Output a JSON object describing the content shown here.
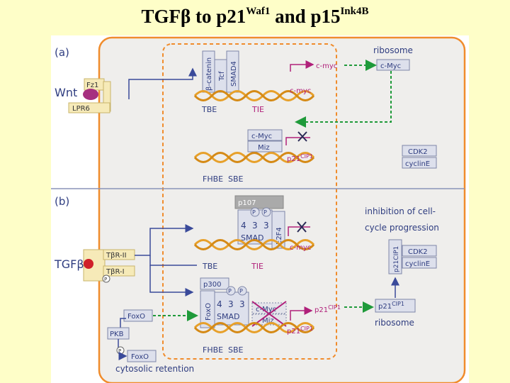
{
  "slide": {
    "title_main": "TGFβ to p21",
    "title_sup1": "Waf1",
    "title_mid": " and p15",
    "title_sup2": "Ink4B"
  },
  "panel_a": {
    "label": "(a)",
    "wnt": "Wnt",
    "fz1": "Fz1",
    "lpr6": "LPR6",
    "bcatenin": "β-catenin",
    "tcf": "Tcf",
    "smad4": "SMAD4",
    "tbe": "TBE",
    "tie": "TIE",
    "cmyc_arrow": "c-myc",
    "cmyc_gene": "c-myc",
    "ribosome": "ribosome",
    "cmyc_protein": "c-Myc",
    "cmyc_box": "c-Myc",
    "miz": "Miz",
    "p21": "p21",
    "p21_sup": "CIP1",
    "fhbe": "FHBE",
    "sbe": "SBE",
    "cdk2": "CDK2",
    "cyclinE": "cyclinE"
  },
  "panel_b": {
    "label": "(b)",
    "tgfb": "TGFβ",
    "tbr2": "TβR-II",
    "tbr1": "TβR-I",
    "p": "P",
    "p107": "p107",
    "smad_p1": "P",
    "smad_p2": "P",
    "smad_4": "4",
    "smad_3a": "3",
    "smad_3b": "3",
    "smad": "SMAD",
    "e2f4": "E2F4",
    "cmyc_gene": "c-myc",
    "tbe": "TBE",
    "tie": "TIE",
    "inhibition_line1": "inhibition of cell-",
    "inhibition_line2": "cycle progression",
    "p21cip1_vert": "p21CIP1",
    "cdk2": "CDK2",
    "cyclinE": "cyclinE",
    "p300": "p300",
    "foxo_vert": "FoxO",
    "lower_smad_4": "4",
    "lower_smad_3a": "3",
    "lower_smad_3b": "3",
    "lower_smad_p1": "P",
    "lower_smad_p2": "P",
    "lower_smad": "SMAD",
    "cmyc_crossed": "c-Myc",
    "miz_crossed": "Miz",
    "p21_arrow": "p21",
    "p21_arrow_sup": "CIP1",
    "p21_gene": "p21",
    "p21_gene_sup": "CIP1",
    "p21_protein": "p21",
    "p21_protein_sup": "CIP1",
    "ribosome": "ribosome",
    "foxo_top": "FoxO",
    "pkb": "PKB",
    "foxo_bottom": "FoxO",
    "p_pkb": "P",
    "fhbe": "FHBE",
    "sbe": "SBE",
    "cytosolic": "cytosolic retention"
  },
  "colors": {
    "background": "#fefec8",
    "panel": "#efeeec",
    "orange": "#f08c2c",
    "blue_label": "#2f3d80",
    "magenta": "#b0207a",
    "green_arrow": "#1f9a3a"
  }
}
